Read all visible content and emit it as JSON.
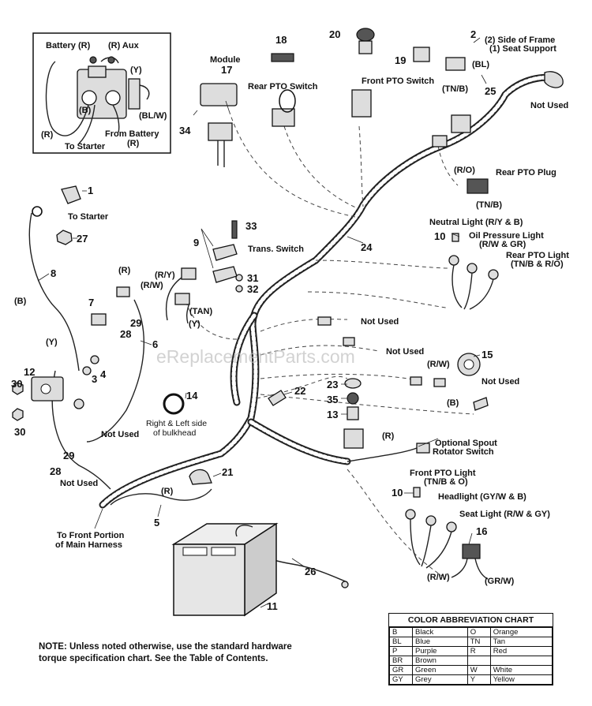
{
  "watermark": "eReplacementParts.com",
  "inset": {
    "battery_r": "Battery (R)",
    "aux": "(R) Aux",
    "y": "(Y)",
    "b": "(B)",
    "bl_w": "(BL/W)",
    "from_battery": "From Battery",
    "r_under_from": "(R)",
    "r_left": "(R)",
    "to_starter": "To Starter"
  },
  "parts": {
    "p1": "1",
    "p2": "2",
    "p5": "5",
    "p6": "6",
    "p7": "7",
    "p8": "8",
    "p9": "9",
    "p10a": "10",
    "p10b": "10",
    "p11": "11",
    "p12": "12",
    "p13": "13",
    "p14": "14",
    "p15": "15",
    "p16": "16",
    "p17": "17",
    "p18": "18",
    "p19": "19",
    "p20": "20",
    "p21": "21",
    "p22": "22",
    "p23": "23",
    "p24": "24",
    "p25": "25",
    "p26": "26",
    "p27": "27",
    "p28a": "28",
    "p28b": "28",
    "p29a": "29",
    "p29b": "29",
    "p3": "3",
    "p4": "4",
    "p30a": "30",
    "p30b": "30",
    "p31": "31",
    "p32": "32",
    "p33": "33",
    "p34": "34",
    "p35": "35"
  },
  "labels": {
    "side_frame": "(2) Side of Frame",
    "seat_support": "(1) Seat Support",
    "bl": "(BL)",
    "tn_b_top": "(TN/B)",
    "not_used_top": "Not Used",
    "module": "Module",
    "rear_pto_switch": "Rear PTO Switch",
    "front_pto_switch": "Front PTO Switch",
    "r_o": "(R/O)",
    "rear_pto_plug": "Rear PTO Plug",
    "tn_b_plug": "(TN/B)",
    "to_starter": "To Starter",
    "neutral_light": "Neutral Light (R/Y & B)",
    "oil_pressure_light": "Oil Pressure Light",
    "oil_pressure_colors": "(R/W & GR)",
    "rear_pto_light": "Rear PTO Light",
    "rear_pto_light_colors": "(TN/B & R/O)",
    "trans_switch": "Trans. Switch",
    "r_y": "(R/Y)",
    "r_w_left": "(R/W)",
    "tan": "(TAN)",
    "y_small": "(Y)",
    "b_left": "(B)",
    "r_7": "(R)",
    "y_12": "(Y)",
    "not_used_mid1": "Not Used",
    "not_used_mid2": "Not Used",
    "r_w_mid": "(R/W)",
    "not_used_right": "Not Used",
    "b_mid": "(B)",
    "not_used_left1": "Not Used",
    "not_used_left2": "Not Used",
    "bulkhead_1": "Right & Left side",
    "bulkhead_2": "of bulkhead",
    "r_spout": "(R)",
    "optional_spout_1": "Optional Spout",
    "optional_spout_2": "Rotator Switch",
    "front_pto_light": "Front PTO Light",
    "front_pto_colors": "(TN/B & O)",
    "headlight": "Headlight (GY/W & B)",
    "seat_light": "Seat Light (R/W & GY)",
    "r_w_bottom": "(R/W)",
    "gr_w": "(GR/W)",
    "r_5": "(R)",
    "to_front_1": "To Front Portion",
    "to_front_2": "of Main Harness"
  },
  "note": "NOTE: Unless noted otherwise, use the standard hardware torque specification chart. See the Table of Contents.",
  "color_chart": {
    "title": "COLOR ABBREVIATION CHART",
    "rows": [
      [
        "B",
        "Black",
        "O",
        "Orange"
      ],
      [
        "BL",
        "Blue",
        "TN",
        "Tan"
      ],
      [
        "P",
        "Purple",
        "R",
        "Red"
      ],
      [
        "BR",
        "Brown",
        "",
        ""
      ],
      [
        "GR",
        "Green",
        "W",
        "White"
      ],
      [
        "GY",
        "Grey",
        "Y",
        "Yellow"
      ]
    ]
  }
}
